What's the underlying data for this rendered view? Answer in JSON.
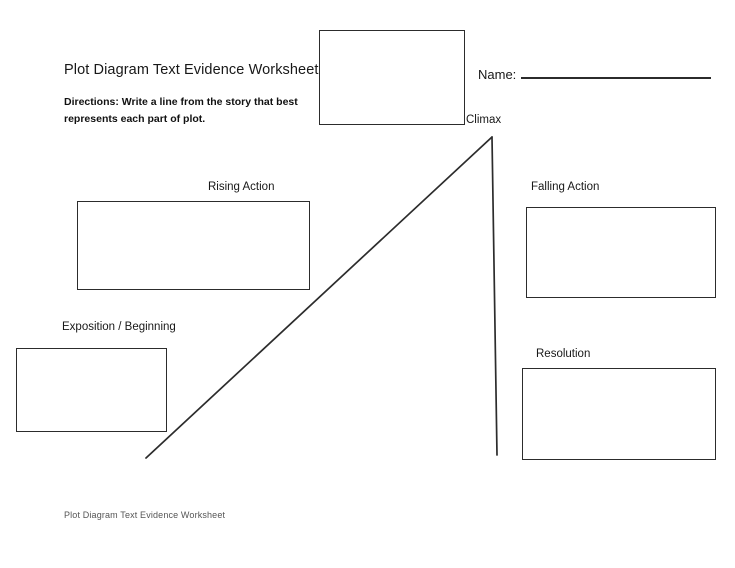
{
  "page": {
    "title": "Plot Diagram Text Evidence Worksheet",
    "directions": "Directions: Write a line from the story that best represents each part of plot.",
    "footer": "Plot Diagram Text Evidence Worksheet"
  },
  "name_field": {
    "label": "Name:",
    "value": ""
  },
  "stages": {
    "climax": "Climax",
    "rising_action": "Rising Action",
    "exposition": "Exposition / Beginning",
    "falling_action": "Falling Action",
    "resolution": "Resolution"
  },
  "answers": {
    "climax": "",
    "rising_action": "",
    "exposition": "",
    "falling_action": "",
    "resolution": ""
  },
  "colors": {
    "ink": "#1a1a1a",
    "stroke": "#2c2c2c",
    "footer_text": "#555555",
    "paper": "#ffffff"
  }
}
